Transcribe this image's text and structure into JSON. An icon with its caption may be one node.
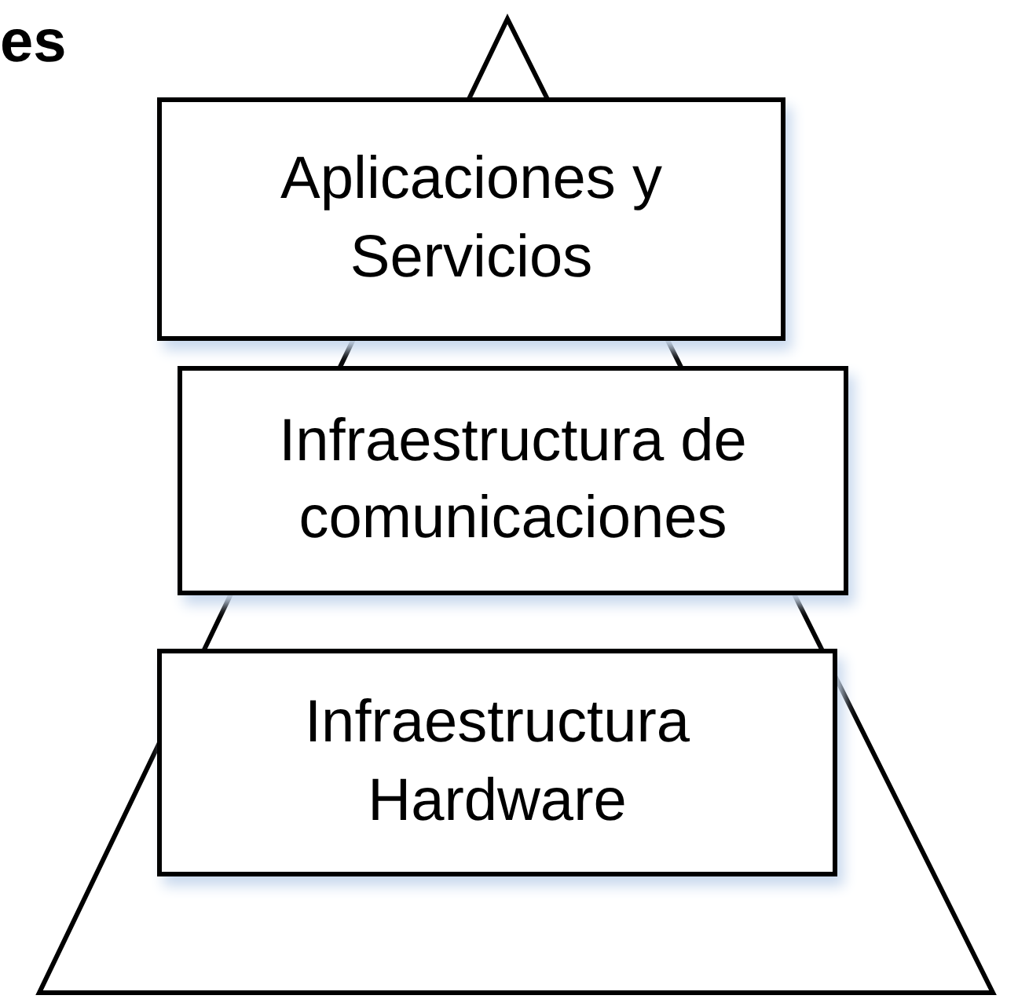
{
  "diagram": {
    "nodes": [
      {
        "text": [
          "Aplicaciones y Servicios"
        ]
      },
      {
        "text": [
          "Infraestructura de comunicaciones"
        ]
      },
      {
        "text": [
          "Infraestructura Hardware"
        ]
      }
    ],
    "labels": [
      "es"
    ]
  }
}
